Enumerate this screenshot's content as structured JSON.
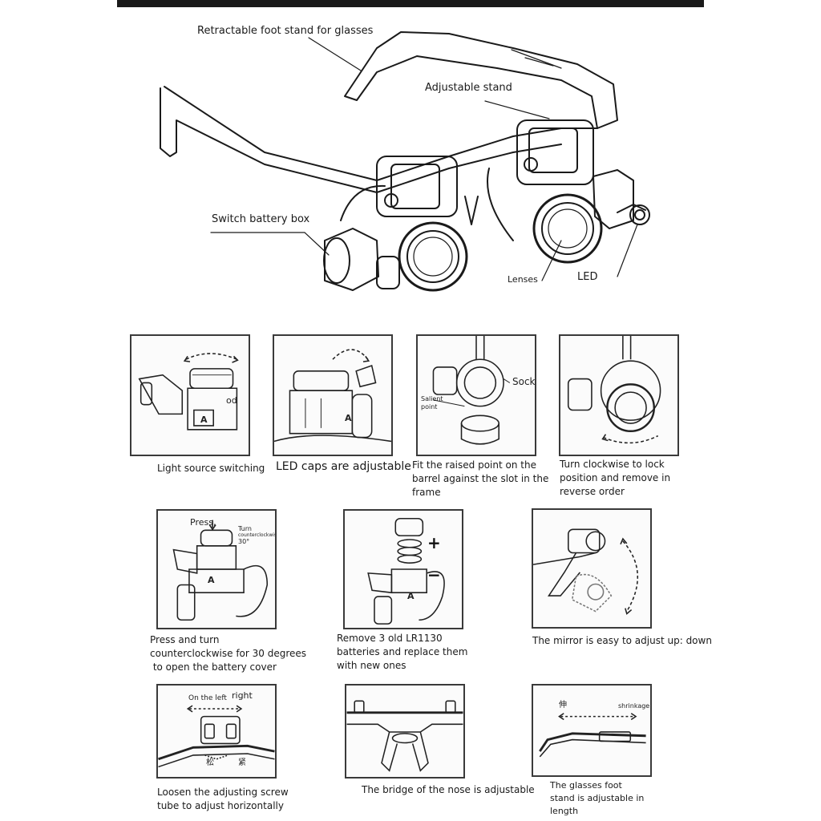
{
  "hero": {
    "labels": {
      "foot_stand": "Retractable foot stand for glasses",
      "adjustable_stand": "Adjustable stand",
      "battery_box": "Switch battery box",
      "lenses": "Lenses",
      "led": "LED"
    }
  },
  "panels": {
    "light_source": {
      "caption": "Light source switching",
      "mark_a": "A",
      "mark_od": "od"
    },
    "led_caps": {
      "caption": "LED caps are adjustable",
      "mark_a": "A"
    },
    "sockets": {
      "caption_lines": [
        "Fit the raised point on the",
        "barrel against the slot in the",
        "frame"
      ],
      "label_sockets": "Sockets",
      "label_salient_1": "Salient",
      "label_salient_2": "point"
    },
    "clockwise": {
      "caption_lines": [
        "Turn clockwise to lock",
        "position and remove in",
        "reverse order"
      ]
    },
    "battery_cover": {
      "caption_lines": [
        "Press and turn",
        "counterclockwise for 30 degrees",
        " to open the battery cover"
      ],
      "label_press": "Press,",
      "label_turn_1": "Turn",
      "label_turn_2": "counterclockwise",
      "label_turn_3": "30°",
      "mark_a": "A"
    },
    "batteries": {
      "caption_lines": [
        "Remove 3 old LR1130",
        "batteries and replace them",
        "with new ones"
      ],
      "plus": "+",
      "minus": "−",
      "mark_a": "A"
    },
    "mirror": {
      "caption": "The mirror is easy to adjust up: down"
    },
    "horizontal": {
      "caption_lines": [
        "Loosen the adjusting screw",
        "tube to adjust horizontally"
      ],
      "label_left": "On the left",
      "label_right": "right",
      "label_cn_1": "松",
      "label_cn_2": "紧"
    },
    "nose": {
      "caption": "The bridge of the nose is adjustable"
    },
    "foot": {
      "caption_lines": [
        "The glasses foot",
        "stand is adjustable in",
        "length"
      ],
      "label_extend": "伸",
      "label_shrink": "shrinkage"
    }
  }
}
